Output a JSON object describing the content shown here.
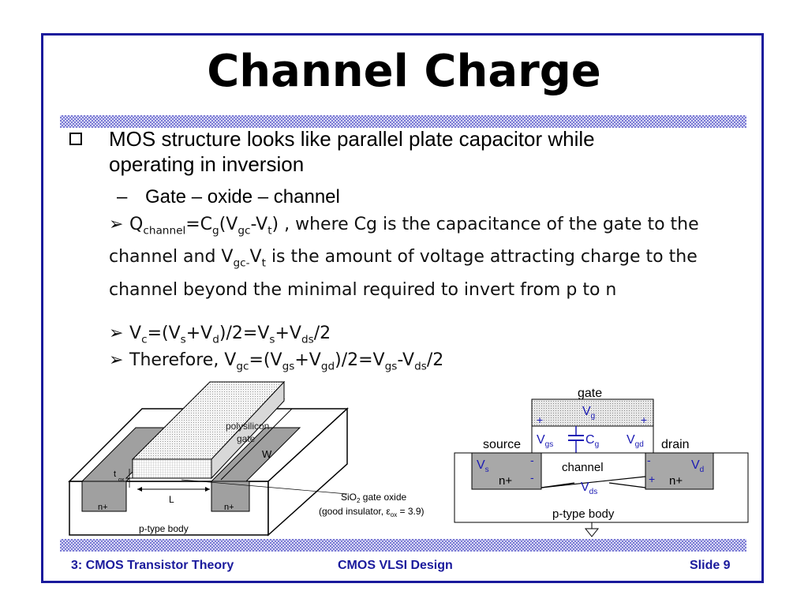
{
  "slide": {
    "title": "Channel Charge",
    "bullet": "MOS structure looks like parallel plate capacitor while operating in inversion",
    "sub_bullet": "Gate – oxide – channel",
    "equations": {
      "q_channel": "Q_channel=C_g(V_gc-V_t) , where Cg is the capacitance of the gate to the channel and V_gc-V_t is the amount of voltage attracting charge to the channel beyond the minimal required to invert from p to n",
      "v_c": "V_c=(V_s+V_d)/2=V_s+V_ds/2",
      "therefore": "Therefore, V_gc=(V_gs+V_gd)/2=V_gs-V_ds/2"
    }
  },
  "left_figure": {
    "gate_label_1": "polysilicon",
    "gate_label_2": "gate",
    "w": "W",
    "t": "t",
    "ox": "ox",
    "l": "L",
    "n_left": "n+",
    "n_right": "n+",
    "body": "p-type body",
    "sio2": "SiO",
    "sio2_sub": "2",
    "sio2_rest": " gate oxide",
    "insulator": "(good insulator, ε",
    "insulator_sub": "ox",
    "insulator_rest": " = 3.9)"
  },
  "right_figure": {
    "gate": "gate",
    "vg": "V",
    "vg_sub": "g",
    "plus": "+",
    "minus": "-",
    "source": "source",
    "drain": "drain",
    "vgs": "V",
    "vgs_sub": "gs",
    "cg": "C",
    "cg_sub": "g",
    "vgd": "V",
    "vgd_sub": "gd",
    "vs": "V",
    "vs_sub": "s",
    "vd": "V",
    "vd_sub": "d",
    "channel": "channel",
    "n_left": "n+",
    "n_right": "n+",
    "vds": "V",
    "vds_sub": "ds",
    "body": "p-type body"
  },
  "footer": {
    "left": "3: CMOS Transistor Theory",
    "center": "CMOS VLSI Design",
    "right": "Slide 9"
  },
  "colors": {
    "frame": "#1a1a9c",
    "footer_text": "#1a1a9c",
    "label_text": "#1a1ab4"
  }
}
